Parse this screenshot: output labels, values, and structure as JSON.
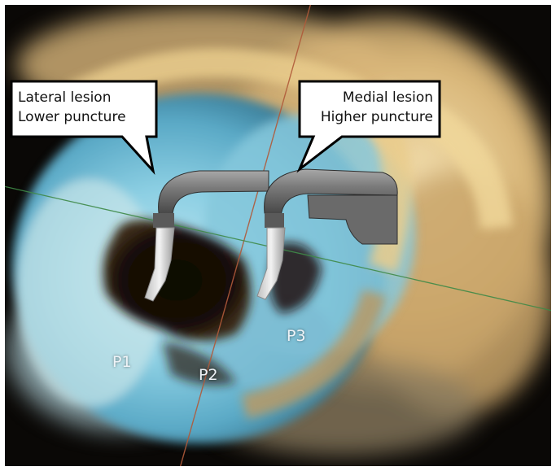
{
  "callouts": {
    "left": {
      "line1": "Lateral lesion",
      "line2": "Lower puncture"
    },
    "right": {
      "line1": "Medial lesion",
      "line2": "Higher puncture"
    }
  },
  "scallops": {
    "p1": "P1",
    "p2": "P2",
    "p3": "P3"
  },
  "colors": {
    "tissue_blue": "#7fc6dd",
    "tissue_gold": "#e8c98a",
    "background": "#0a0806",
    "catheter": "#6e6e6e",
    "plane_red": "#b05a3a",
    "plane_green": "#3f8a48"
  }
}
